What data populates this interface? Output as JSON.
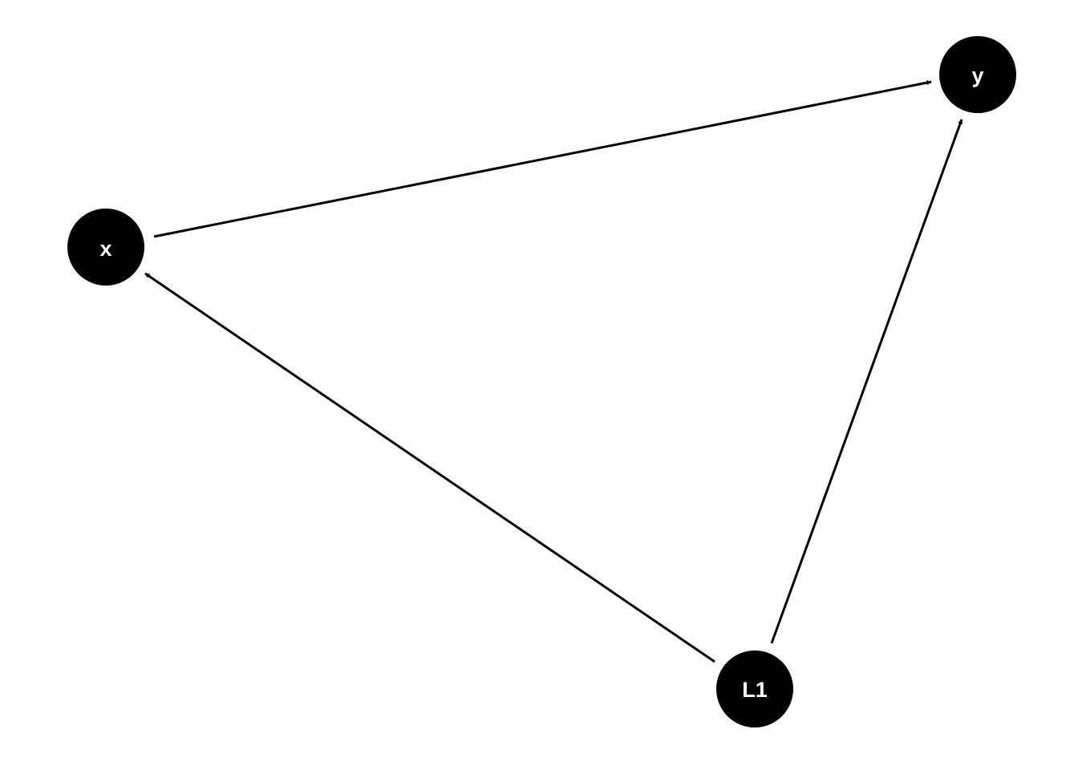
{
  "diagram": {
    "type": "directed-graph",
    "node_color": "#000000",
    "label_color": "#ffffff",
    "edge_color": "#000000",
    "nodes": [
      {
        "id": "x",
        "label": "x"
      },
      {
        "id": "y",
        "label": "y"
      },
      {
        "id": "L1",
        "label": "L1"
      }
    ],
    "edges": [
      {
        "from": "x",
        "to": "y"
      },
      {
        "from": "L1",
        "to": "x"
      },
      {
        "from": "L1",
        "to": "y"
      }
    ]
  }
}
